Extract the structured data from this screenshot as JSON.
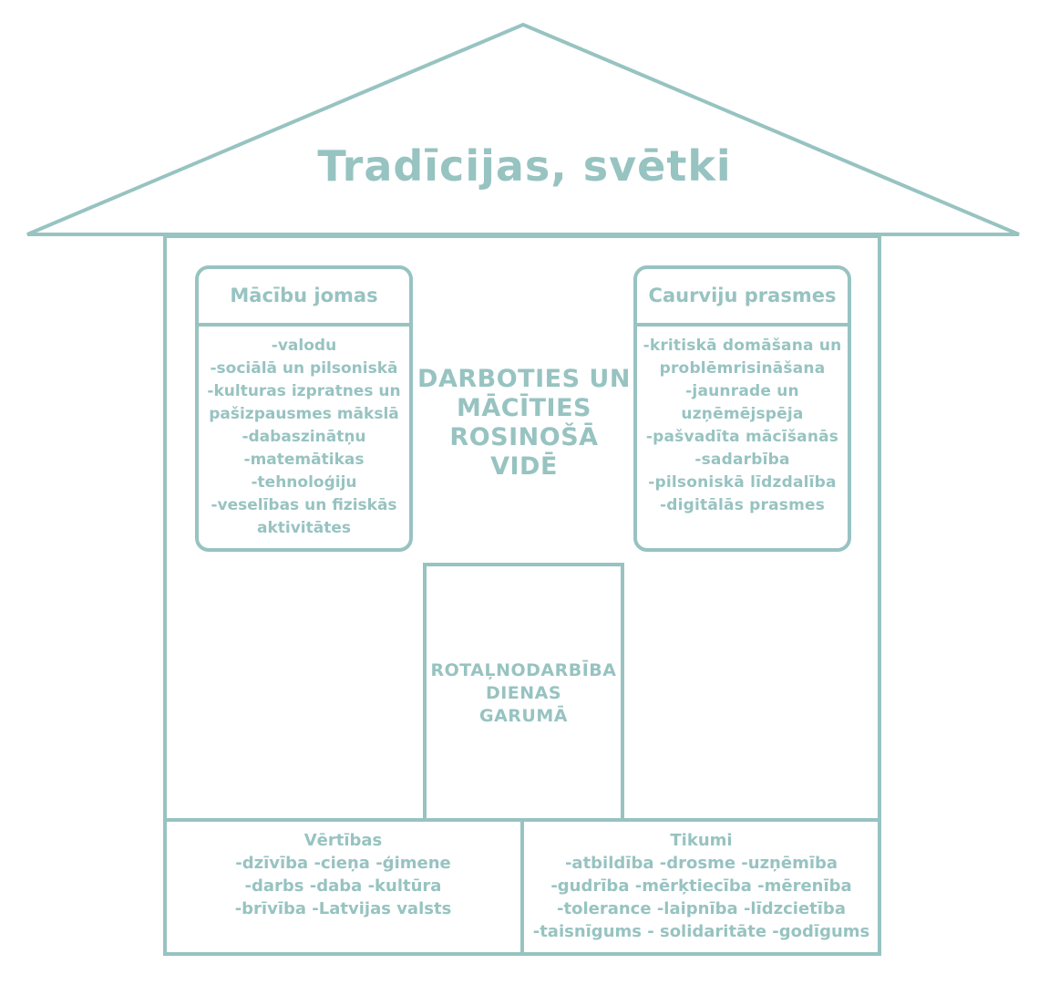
{
  "colors": {
    "accent": "#97c3c1",
    "background": "#ffffff"
  },
  "roof": {
    "title": "Tradīcijas, svētki"
  },
  "learning_areas": {
    "title": "Mācību jomas",
    "items": [
      "-valodu",
      "-sociālā un pilsoniskā",
      "-kulturas izpratnes un",
      "pašizpausmes mākslā",
      "-dabaszinātņu",
      "-matemātikas",
      "-tehnoloģiju",
      "-veselības un fiziskās",
      "aktivitātes"
    ]
  },
  "transversal_skills": {
    "title": "Caurviju prasmes",
    "items": [
      "-kritiskā domāšana un",
      "problēmrisināšana",
      "-jaunrade un",
      "uzņēmējspēja",
      "-pašvadīta mācīšanās",
      "-sadarbība",
      "-pilsoniskā līdzdalība",
      "-digitālās prasmes"
    ]
  },
  "center": {
    "lines": [
      "DARBOTIES UN",
      "MĀCĪTIES",
      "ROSINOŠĀ VIDĒ"
    ]
  },
  "door": {
    "lines": [
      "ROTAĻNODARBĪBA",
      "DIENAS",
      "GARUMĀ"
    ]
  },
  "values": {
    "title": "Vērtības",
    "lines": [
      "-dzīvība -cieņa -ģimene",
      "-darbs -daba -kultūra",
      "-brīvība -Latvijas valsts"
    ]
  },
  "virtues": {
    "title": "Tikumi",
    "lines": [
      "-atbildība -drosme -uzņēmība",
      "-gudrība -mērķtiecība -mērenība",
      "-tolerance -laipnība -līdzcietība",
      "-taisnīgums - solidaritāte -godīgums"
    ]
  }
}
